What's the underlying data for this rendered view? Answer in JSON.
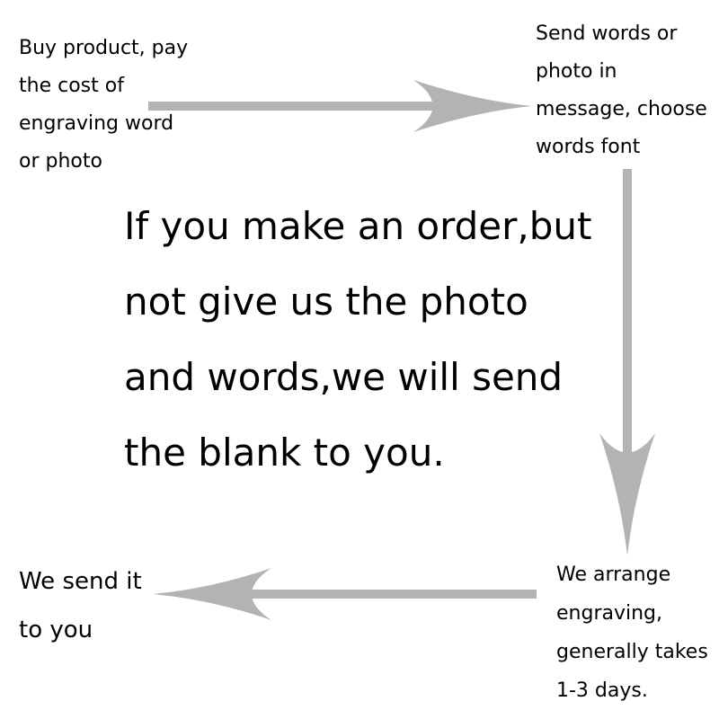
{
  "accent_color": "#b3b3b3",
  "steps": [
    {
      "lines": [
        "Buy product, pay",
        "the cost of",
        "engraving word",
        "or photo"
      ]
    },
    {
      "lines": [
        "Send words or",
        "photo in",
        "message, choose",
        "words font"
      ]
    },
    {
      "lines": [
        "We arrange",
        "engraving,",
        "generally takes",
        "1-3 days."
      ]
    },
    {
      "lines": [
        "We send it",
        "to you"
      ]
    }
  ],
  "notice": {
    "lines": [
      "If you make an order,but",
      "not give us the photo",
      "and words,we will send",
      "the blank to you."
    ]
  }
}
